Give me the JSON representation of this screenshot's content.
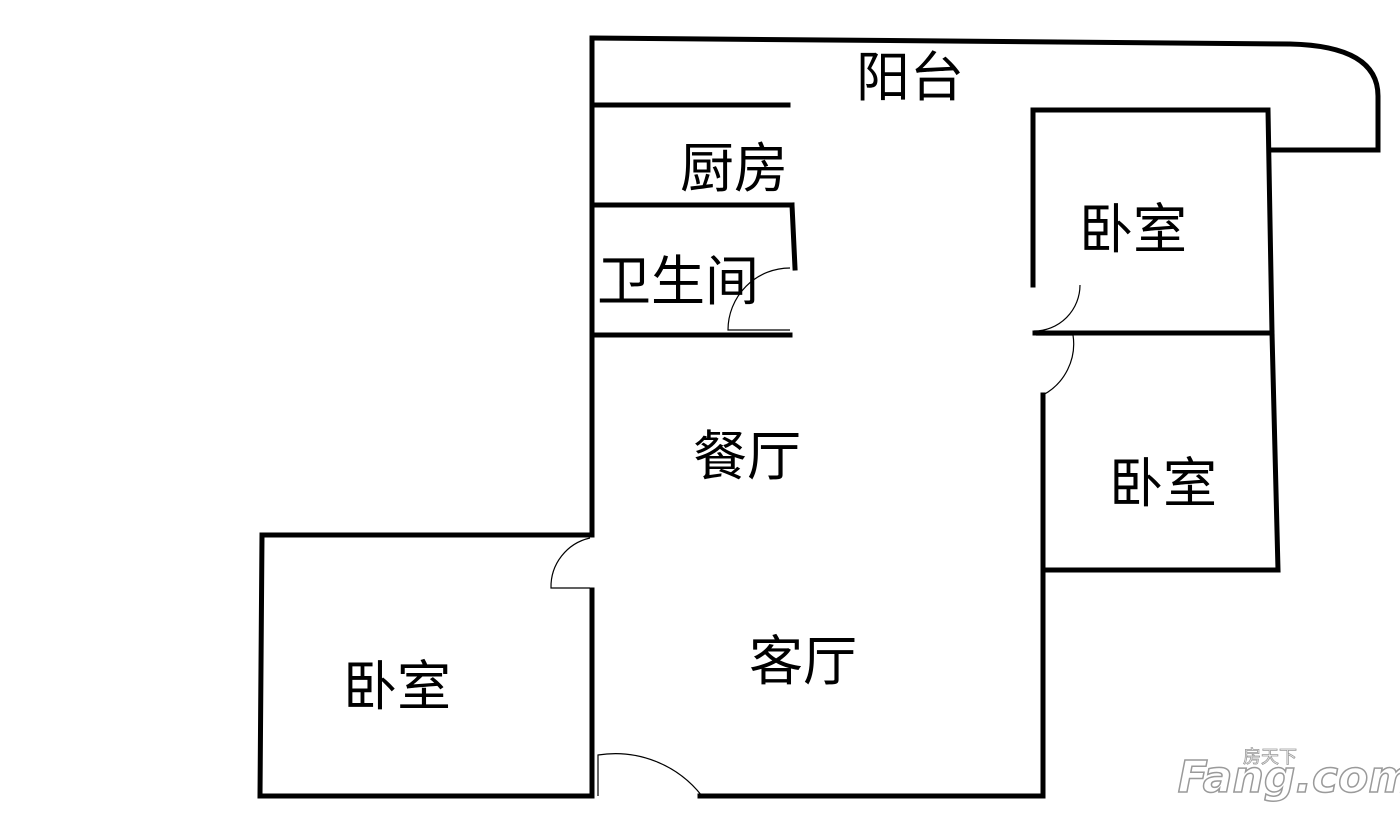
{
  "rooms": {
    "balcony": "阳台",
    "kitchen": "厨房",
    "bathroom": "卫生间",
    "bedroom_top_right": "卧室",
    "bedroom_mid_right": "卧室",
    "dining_room": "餐厅",
    "living_room": "客厅",
    "bedroom_left": "卧室"
  },
  "watermark": {
    "main": "Fang.com",
    "sub": "房天下"
  },
  "colors": {
    "wall": "#000000",
    "background": "#ffffff",
    "watermark_outline": "#9a9a9a"
  }
}
